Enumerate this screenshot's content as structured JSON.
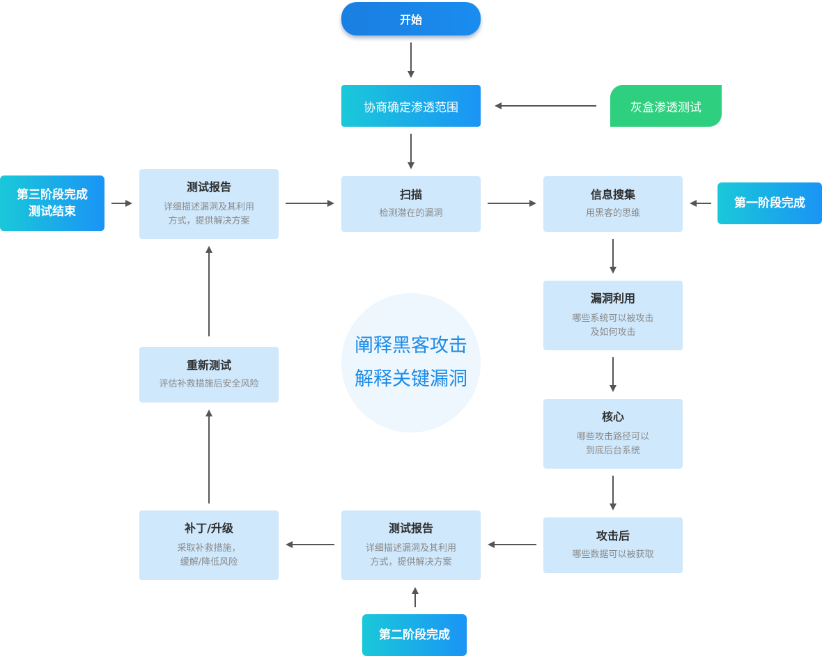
{
  "start": "开始",
  "scope": "协商确定渗透范围",
  "graybox": "灰盒渗透测试",
  "phases": {
    "first": "第一阶段完成",
    "second": "第二阶段完成",
    "third_line1": "第三阶段完成",
    "third_line2": "测试结束"
  },
  "nodes": {
    "report_top": {
      "title": "测试报告",
      "desc1": "详细描述漏洞及其利用",
      "desc2": "方式，提供解决方案"
    },
    "scan": {
      "title": "扫描",
      "desc1": "检测潜在的漏洞"
    },
    "info": {
      "title": "信息搜集",
      "desc1": "用黑客的思维"
    },
    "exploit": {
      "title": "漏洞利用",
      "desc1": "哪些系统可以被攻击",
      "desc2": "及如何攻击"
    },
    "core": {
      "title": "核心",
      "desc1": "哪些攻击路径可以",
      "desc2": "到底后台系统"
    },
    "post": {
      "title": "攻击后",
      "desc1": "哪些数据可以被获取"
    },
    "report_bottom": {
      "title": "测试报告",
      "desc1": "详细描述漏洞及其利用",
      "desc2": "方式，提供解决方案"
    },
    "patch": {
      "title": "补丁/升级",
      "desc1": "采取补救措施，",
      "desc2": "缓解/降低风险"
    },
    "retest": {
      "title": "重新测试",
      "desc1": "评估补救措施后安全风险"
    }
  },
  "center": {
    "line1": "阐释黑客攻击",
    "line2": "解释关键漏洞"
  },
  "colors": {
    "box": "#cfe8fc",
    "gradient_start": "#1ac8d9",
    "gradient_end": "#1a94f5",
    "green": "#2ecf7e",
    "arrow": "#555555"
  }
}
